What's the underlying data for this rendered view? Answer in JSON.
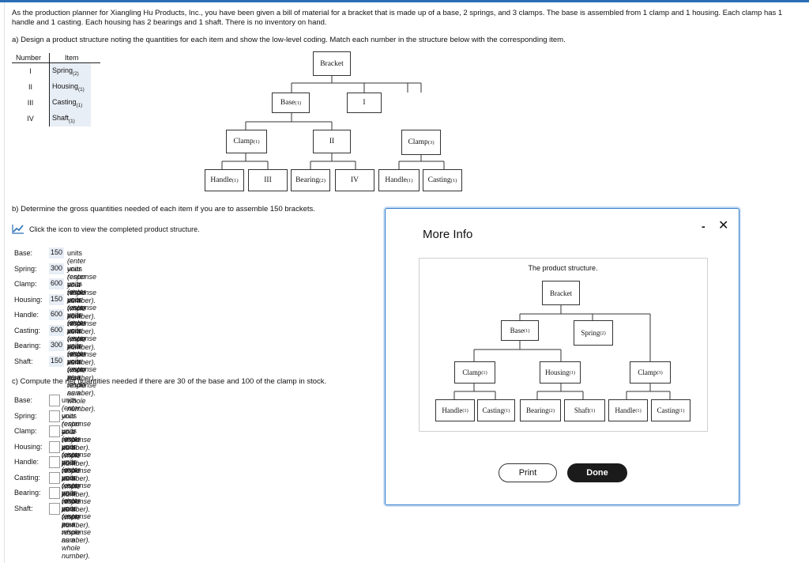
{
  "problem_text": "As the production planner for Xiangling Hu Products, Inc., you have been given a bill of material for a bracket that is made up of a base, 2 springs, and 3 clamps. The base is assembled from 1 clamp and 1 housing. Each clamp has 1 handle and 1 casting. Each housing has 2 bearings and 1 shaft. There is no inventory on hand.",
  "part_a": "a) Design a product structure noting the quantities for each item and show the low-level coding. Match each number in the structure below with the corresponding item.",
  "key_table": {
    "headers": {
      "number": "Number",
      "item": "Item"
    },
    "rows": [
      {
        "number": "I",
        "name": "Spring",
        "qty": "(2)"
      },
      {
        "number": "II",
        "name": "Housing",
        "qty": "(1)"
      },
      {
        "number": "III",
        "name": "Casting",
        "qty": "(1)"
      },
      {
        "number": "IV",
        "name": "Shaft",
        "qty": "(1)"
      }
    ]
  },
  "main_tree": {
    "root": {
      "name": "Bracket",
      "qty": ""
    },
    "base": {
      "name": "Base",
      "qty": "(1)"
    },
    "spring_placeholder": {
      "name": "I",
      "qty": ""
    },
    "clamp1": {
      "name": "Clamp",
      "qty": "(1)"
    },
    "housing_placeholder": {
      "name": "II",
      "qty": ""
    },
    "clamp3": {
      "name": "Clamp",
      "qty": "(3)"
    },
    "handle1": {
      "name": "Handle",
      "qty": "(1)"
    },
    "casting_placeholder": {
      "name": "III",
      "qty": ""
    },
    "bearing": {
      "name": "Bearing",
      "qty": "(2)"
    },
    "shaft_placeholder": {
      "name": "IV",
      "qty": ""
    },
    "handle2": {
      "name": "Handle",
      "qty": "(1)"
    },
    "casting2": {
      "name": "Casting",
      "qty": "(1)"
    }
  },
  "part_b": "b) Determine the gross quantities needed of each item if you are to assemble 150 brackets.",
  "hint": "Click the icon to view the completed product structure.",
  "units_word": "units",
  "instruction": "(enter your response as a whole number).",
  "gross": [
    {
      "label": "Base:",
      "value": "150"
    },
    {
      "label": "Spring:",
      "value": "300"
    },
    {
      "label": "Clamp:",
      "value": "600"
    },
    {
      "label": "Housing:",
      "value": "150"
    },
    {
      "label": "Handle:",
      "value": "600"
    },
    {
      "label": "Casting:",
      "value": "600"
    },
    {
      "label": "Bearing:",
      "value": "300"
    },
    {
      "label": "Shaft:",
      "value": "150"
    }
  ],
  "part_c": "c) Compute the net quantities needed if there are 30 of the base and 100 of the clamp in stock.",
  "net": [
    {
      "label": "Base:",
      "value": ""
    },
    {
      "label": "Spring:",
      "value": ""
    },
    {
      "label": "Clamp:",
      "value": ""
    },
    {
      "label": "Housing:",
      "value": ""
    },
    {
      "label": "Handle:",
      "value": ""
    },
    {
      "label": "Casting:",
      "value": ""
    },
    {
      "label": "Bearing:",
      "value": ""
    },
    {
      "label": "Shaft:",
      "value": ""
    }
  ],
  "modal": {
    "title": "More Info",
    "minimize": "-",
    "close": "✕",
    "caption": "The product structure.",
    "print_label": "Print",
    "done_label": "Done",
    "tree": {
      "root": {
        "name": "Bracket",
        "qty": ""
      },
      "base": {
        "name": "Base",
        "qty": "(1)"
      },
      "spring": {
        "name": "Spring",
        "qty": "(2)"
      },
      "clamp1": {
        "name": "Clamp",
        "qty": "(1)"
      },
      "housing": {
        "name": "Housing",
        "qty": "(1)"
      },
      "clamp3": {
        "name": "Clamp",
        "qty": "(3)"
      },
      "handle1": {
        "name": "Handle",
        "qty": "(1)"
      },
      "casting1": {
        "name": "Casting",
        "qty": "(1)"
      },
      "bearing": {
        "name": "Bearing",
        "qty": "(2)"
      },
      "shaft": {
        "name": "Shaft",
        "qty": "(1)"
      },
      "handle2": {
        "name": "Handle",
        "qty": "(1)"
      },
      "casting2": {
        "name": "Casting",
        "qty": "(1)"
      }
    }
  },
  "colors": {
    "accent": "#2a6db5",
    "answer_bg": "#e8eef6",
    "modal_border": "#2f79c9",
    "done_bg": "#1b1b1b"
  }
}
